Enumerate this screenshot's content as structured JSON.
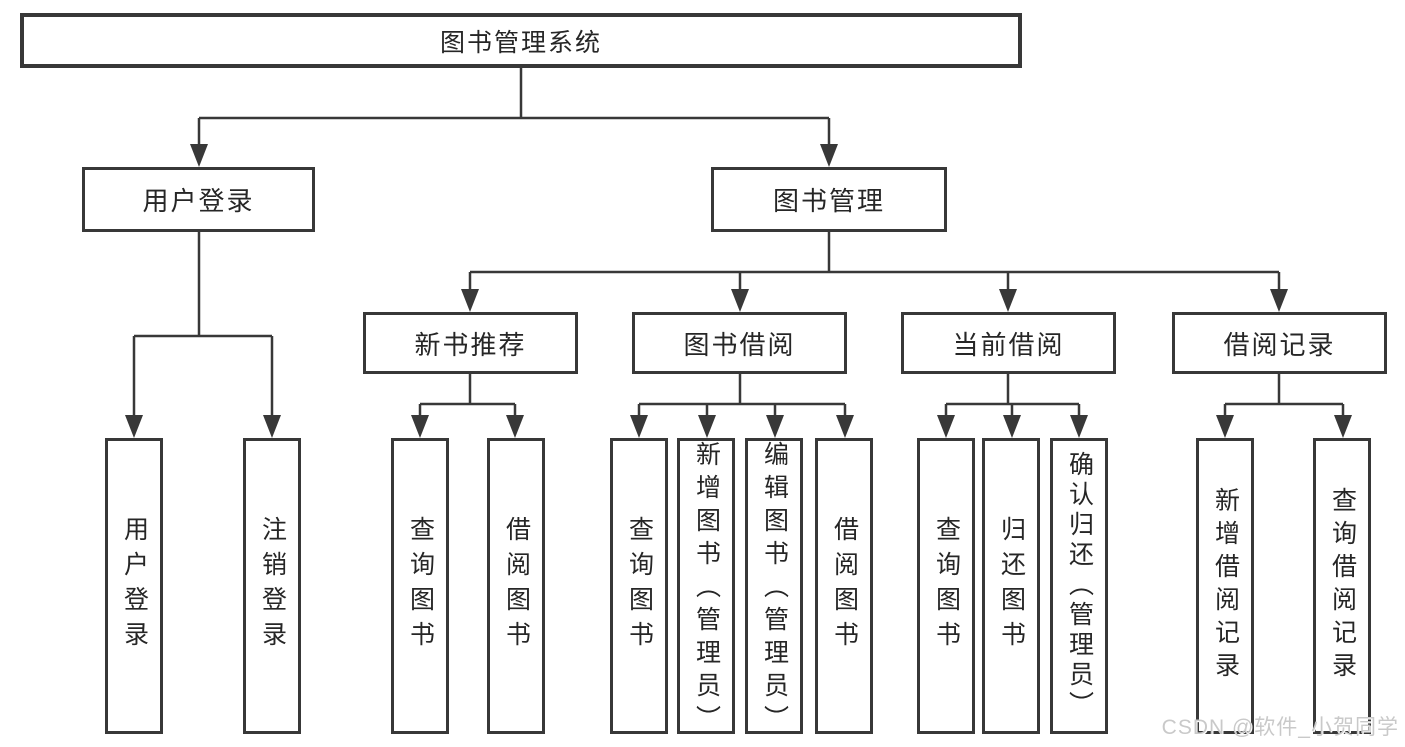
{
  "page": {
    "background": "#ffffff"
  },
  "colors": {
    "line": "#383838",
    "box_border": "#383838",
    "text": "#262626",
    "watermark": "#c9c9c9"
  },
  "nodes": {
    "root": {
      "label": "图书管理系统"
    },
    "user_login": {
      "label": "用户登录"
    },
    "book_mgmt": {
      "label": "图书管理"
    },
    "new_book_rec": {
      "label": "新书推荐"
    },
    "book_borrow": {
      "label": "图书借阅"
    },
    "current_borrow": {
      "label": "当前借阅"
    },
    "borrow_record": {
      "label": "借阅记录"
    },
    "leaf_user_login": {
      "label": "用户登录"
    },
    "leaf_logout": {
      "label": "注销登录"
    },
    "leaf_query_book_new": {
      "label": "查询图书"
    },
    "leaf_borrow_book_new": {
      "label": "借阅图书"
    },
    "leaf_query_book_borrow": {
      "label": "查询图书"
    },
    "leaf_add_book": {
      "label": "新增图书（管理员）"
    },
    "leaf_edit_book": {
      "label": "编辑图书（管理员）"
    },
    "leaf_borrow_book_borrow": {
      "label": "借阅图书"
    },
    "leaf_query_book_current": {
      "label": "查询图书"
    },
    "leaf_return_book": {
      "label": "归还图书"
    },
    "leaf_confirm_return": {
      "label": "确认归还（管理员）"
    },
    "leaf_add_record": {
      "label": "新增借阅记录"
    },
    "leaf_query_record": {
      "label": "查询借阅记录"
    }
  },
  "hierarchy": {
    "图书管理系统": {
      "用户登录": [
        "用户登录",
        "注销登录"
      ],
      "图书管理": {
        "新书推荐": [
          "查询图书",
          "借阅图书"
        ],
        "图书借阅": [
          "查询图书",
          "新增图书（管理员）",
          "编辑图书（管理员）",
          "借阅图书"
        ],
        "当前借阅": [
          "查询图书",
          "归还图书",
          "确认归还（管理员）"
        ],
        "借阅记录": [
          "新增借阅记录",
          "查询借阅记录"
        ]
      }
    }
  },
  "watermark": {
    "text": "CSDN @软件_小贺同学"
  }
}
